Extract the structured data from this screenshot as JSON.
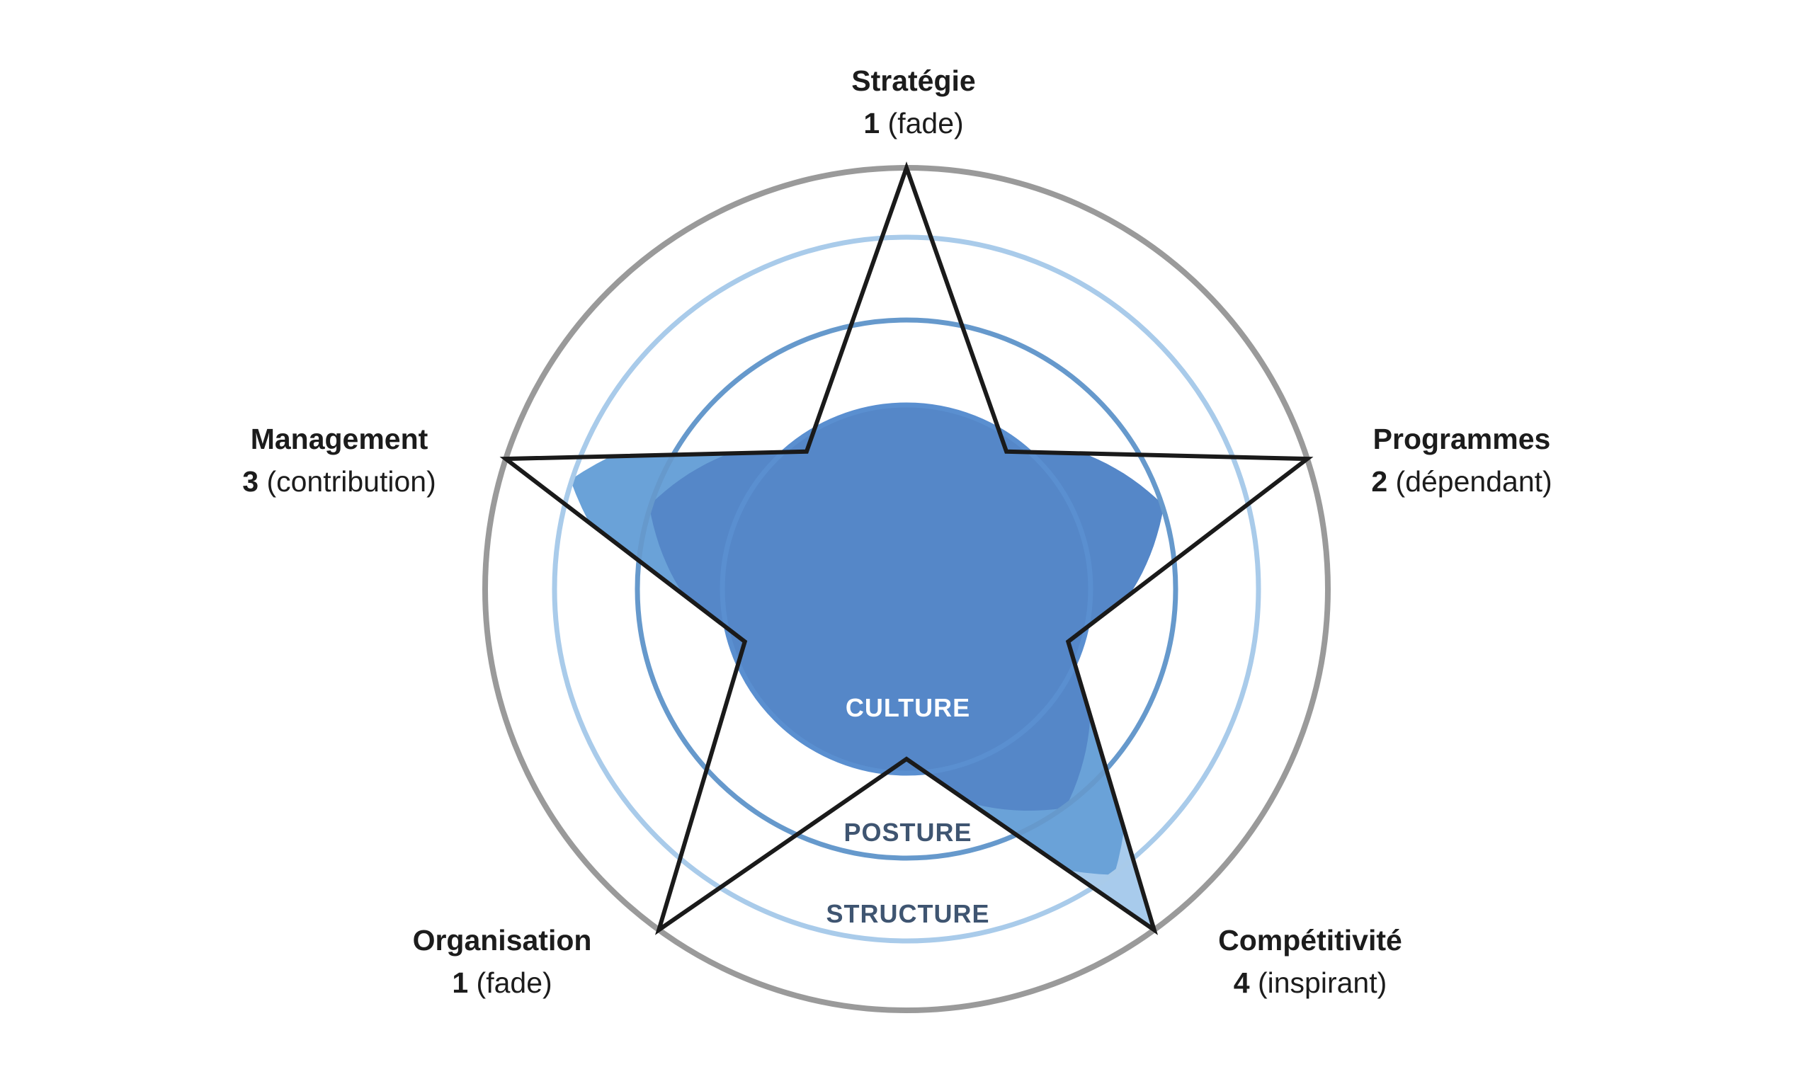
{
  "diagram": {
    "levels": [
      "fade",
      "dépendant",
      "contribution",
      "inspirant"
    ],
    "axes": [
      {
        "name": "Stratégie",
        "score": "1",
        "level": "(fade)"
      },
      {
        "name": "Programmes",
        "score": "2",
        "level": "(dépendant)"
      },
      {
        "name": "Compétitivité",
        "score": "4",
        "level": "(inspirant)"
      },
      {
        "name": "Organisation",
        "score": "1",
        "level": "(fade)"
      },
      {
        "name": "Management",
        "score": "3",
        "level": "(contribution)"
      }
    ],
    "rings": [
      {
        "name": "CULTURE",
        "color": "#ffffff"
      },
      {
        "name": "POSTURE",
        "color": "#3f5571"
      },
      {
        "name": "STRUCTURE",
        "color": "#3f5571"
      }
    ],
    "colors": {
      "outer_ring": "#9a9a9a",
      "structure_ring": "#a9cbea",
      "posture_ring": "#6699cc",
      "culture_ring": "#5a8fd0",
      "culture_fill": "#5587c8",
      "posture_fill": "#6aa2d8",
      "structure_fill": "#a8cbec",
      "overflow_fill": "#d6d6d6",
      "star_stroke": "#1a1a1a"
    }
  }
}
